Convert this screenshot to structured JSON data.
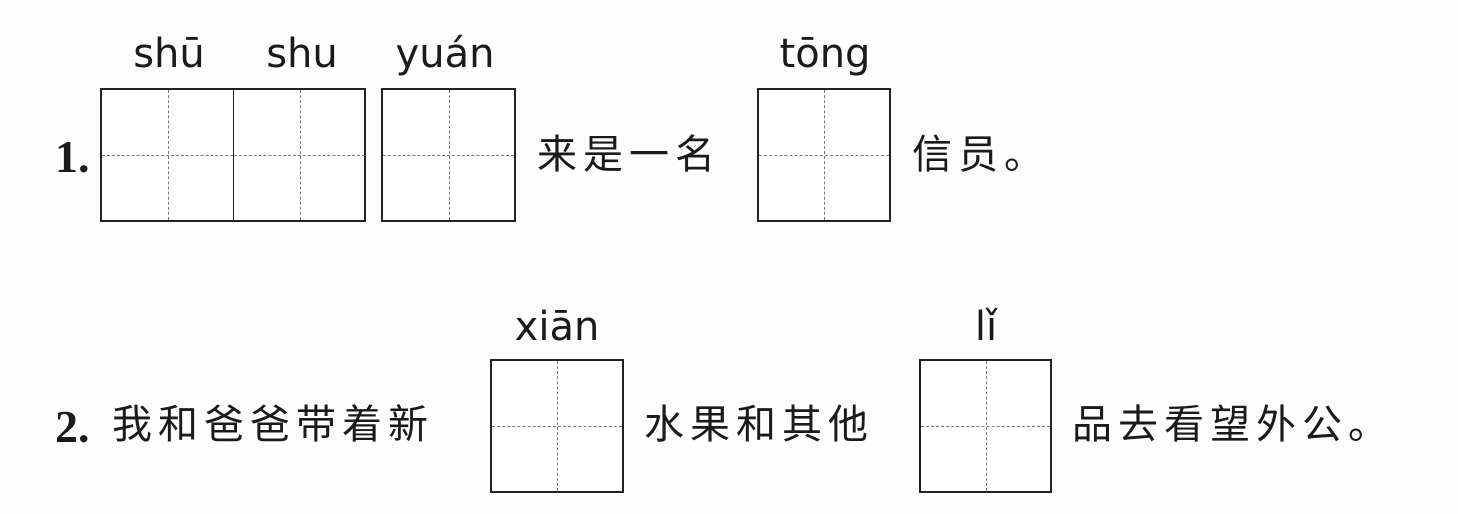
{
  "q1": {
    "number": "1.",
    "pinyin": [
      "shū",
      "shu",
      "yuán",
      "tōng"
    ],
    "text_a": "来是一名",
    "text_b": "信员。"
  },
  "q2": {
    "number": "2.",
    "pinyin": [
      "xiān",
      "lǐ"
    ],
    "text_a": "我和爸爸带着新",
    "text_b": "水果和其他",
    "text_c": "品去看望外公。"
  }
}
